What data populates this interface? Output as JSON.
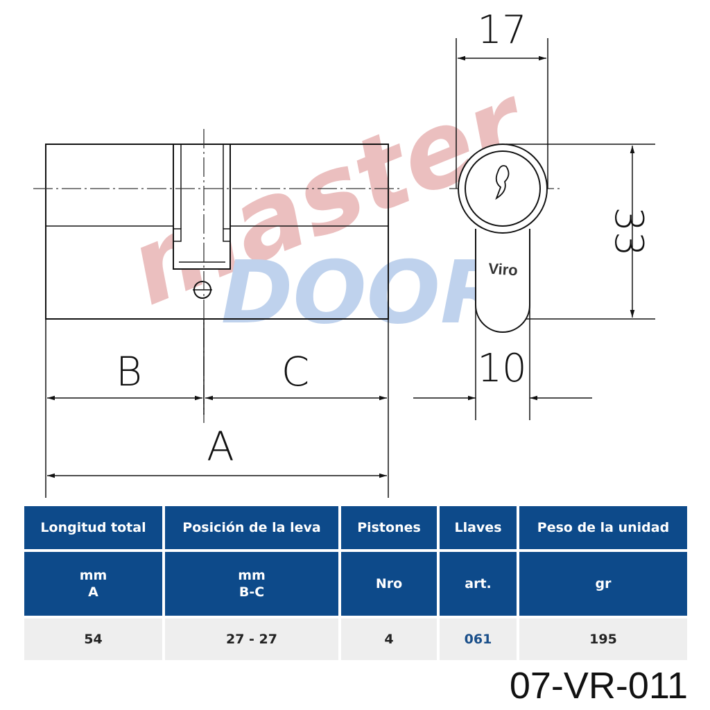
{
  "drawing": {
    "dims": {
      "top_width": "17",
      "height": "33",
      "bottom_width": "10",
      "b": "B",
      "c": "C",
      "a": "A"
    },
    "brand_mark": "Viro",
    "watermark": {
      "line1": "master",
      "line2": "DOOR"
    }
  },
  "table": {
    "headers": [
      "Longitud total",
      "Posición de la leva",
      "Pistones",
      "Llaves",
      "Peso de la unidad"
    ],
    "units": [
      [
        "mm",
        "A"
      ],
      [
        "mm",
        "B-C"
      ],
      [
        "Nro"
      ],
      [
        "art."
      ],
      [
        "gr"
      ]
    ],
    "values": [
      "54",
      "27 - 27",
      "4",
      "061",
      "195"
    ]
  },
  "product_code": "07-VR-011",
  "colors": {
    "header_blue": "#0d4a8a",
    "value_row_bg": "#eeeeee",
    "link_blue": "#1a4f8a",
    "watermark_red": "#e3a9a9",
    "watermark_blue": "#a9c3e6"
  }
}
